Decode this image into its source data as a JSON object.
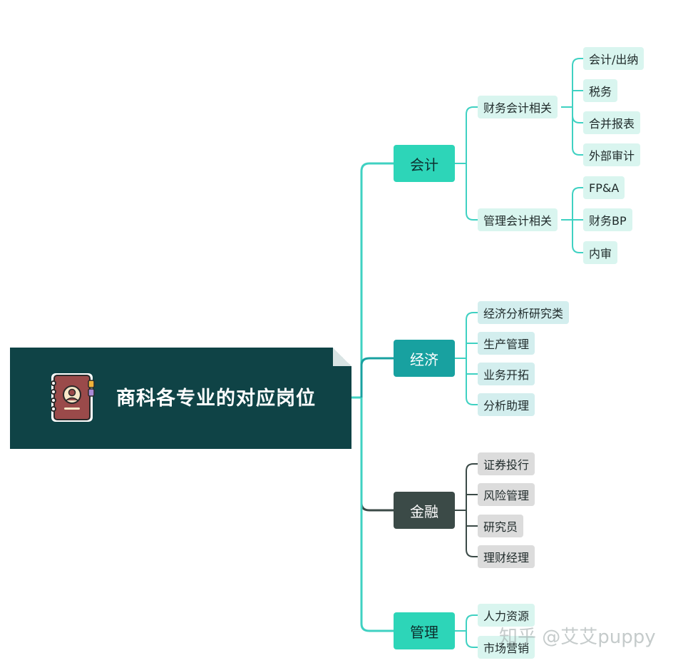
{
  "root": {
    "title": "商科各专业的对应岗位",
    "icon": "planner-book-icon"
  },
  "branches": [
    {
      "label": "会计",
      "theme": "cyan",
      "groups": [
        {
          "label": "财务会计相关",
          "items": [
            "会计/出纳",
            "税务",
            "合并报表",
            "外部审计"
          ]
        },
        {
          "label": "管理会计相关",
          "items": [
            "FP&A",
            "财务BP",
            "内审"
          ]
        }
      ]
    },
    {
      "label": "经济",
      "theme": "teal",
      "items": [
        "经济分析研究类",
        "生产管理",
        "业务开拓",
        "分析助理"
      ]
    },
    {
      "label": "金融",
      "theme": "dark",
      "items": [
        "证券投行",
        "风险管理",
        "研究员",
        "理财经理"
      ]
    },
    {
      "label": "管理",
      "theme": "cyan",
      "items": [
        "人力资源",
        "市场营销"
      ]
    }
  ],
  "watermark": "知乎 @艾艾puppy",
  "colors": {
    "root_bg": "#0f4346",
    "cyan": "#2dd5b8",
    "teal": "#18a1a0",
    "dark": "#3b4a47",
    "line": "#3fd1c2",
    "line_dark": "#3b4a47"
  }
}
